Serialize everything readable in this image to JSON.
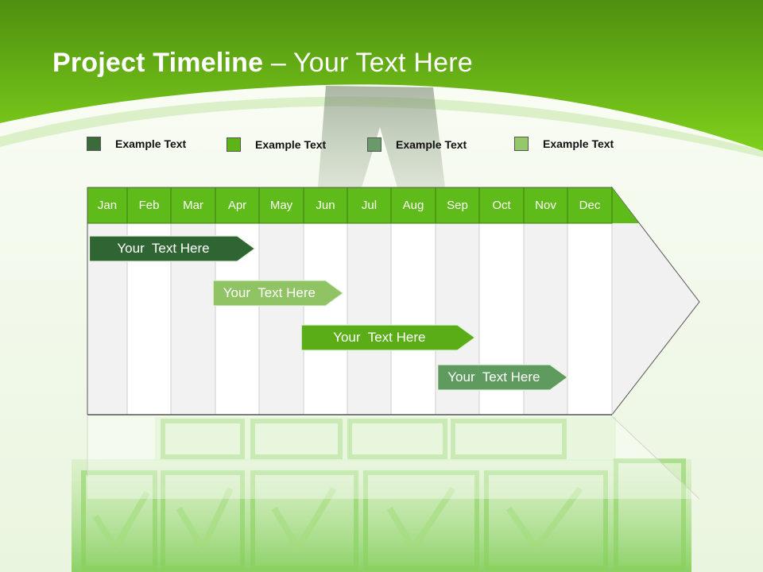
{
  "slide": {
    "title_bold": "Project Timeline",
    "title_rest": " – Your Text Here"
  },
  "colors": {
    "header_top": "#4e9a10",
    "header_bottom": "#7dcd1c",
    "month_row": "#5fbb19",
    "dark_green": "#2f6532",
    "light_green": "#8fc364",
    "bright_green": "#5aad17",
    "medium_green": "#5f9a5f"
  },
  "legend": [
    {
      "label": "Example Text",
      "color": "#3b6b3b"
    },
    {
      "label": "Example Text",
      "color": "#5cb419"
    },
    {
      "label": "Example Text",
      "color": "#6a9a6a"
    },
    {
      "label": "Example Text",
      "color": "#93c96a"
    }
  ],
  "chart_data": {
    "type": "table",
    "months": [
      "Jan",
      "Feb",
      "Mar",
      "Apr",
      "May",
      "Jun",
      "Jul",
      "Aug",
      "Sep",
      "Oct",
      "Nov",
      "Dec"
    ],
    "tasks": [
      {
        "label": "Your  Text Here",
        "start_month": 1.05,
        "end_month": 4.9,
        "color": "#2f6532"
      },
      {
        "label": "Your  Text Here",
        "start_month": 3.95,
        "end_month": 6.9,
        "color": "#8fc364"
      },
      {
        "label": "Your  Text Here",
        "start_month": 5.95,
        "end_month": 9.9,
        "color": "#5aad17"
      },
      {
        "label": "Your  Text Here",
        "start_month": 9.05,
        "end_month": 12.0,
        "color": "#5f9a5f"
      }
    ]
  }
}
